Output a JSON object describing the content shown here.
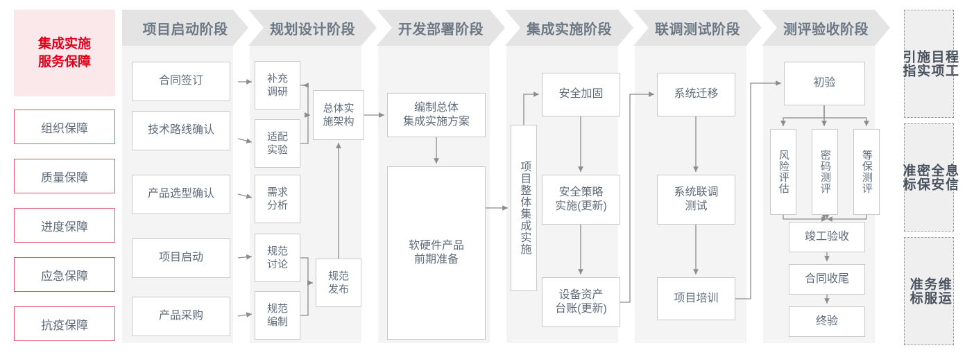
{
  "left_panel": {
    "header": "集成实施\n服务保障",
    "header_bg": "#fae8eb",
    "header_color": "#e2001a",
    "items": [
      {
        "label": "组织保障"
      },
      {
        "label": "质量保障"
      },
      {
        "label": "进度保障"
      },
      {
        "label": "应急保障"
      },
      {
        "label": "抗疫保障"
      }
    ]
  },
  "phases": [
    {
      "title": "项目启动阶段"
    },
    {
      "title": "规划设计阶段"
    },
    {
      "title": "开发部署阶段"
    },
    {
      "title": "集成实施阶段"
    },
    {
      "title": "联调测试阶段"
    },
    {
      "title": "测评验收阶段"
    }
  ],
  "nodes": {
    "p1_contract": "合同签订",
    "p1_tech_route": "技术路线确认",
    "p1_product_sel": "产品选型确认",
    "p1_kickoff": "项目启动",
    "p1_procure": "产品采购",
    "p2_survey": "补充\n调研",
    "p2_adapt": "适配\n实验",
    "p2_demand": "需求\n分析",
    "p2_spec_disc": "规范\n讨论",
    "p2_spec_draft": "规范\n编制",
    "p2_arch": "总体实\n施架构",
    "p2_spec_pub": "规范\n发布",
    "p3_plan": "编制总体\n集成实施方案",
    "p3_prepare": "软硬件产品\n前期准备",
    "p4_overall": "项目整体集成实施",
    "p4_harden": "安全加固",
    "p4_policy": "安全策略\n实施(更新)",
    "p4_asset": "设备资产\n台账(更新)",
    "p5_migrate": "系统迁移",
    "p5_joint_test": "系统联调\n测试",
    "p5_training": "项目培训",
    "p6_initial": "初验",
    "p6_risk": "风险评估",
    "p6_crypto": "密码测评",
    "p6_grade": "等保测评",
    "p6_completion": "竣工验收",
    "p6_closeout": "合同收尾",
    "p6_final": "终验"
  },
  "standards_sidebar": [
    {
      "label": "程工\n目项\n施实\n引指"
    },
    {
      "label": "息信\n全安\n密保\n准标"
    },
    {
      "label": "维运\n务服\n准标"
    }
  ],
  "colors": {
    "node_border": "#c9c9c9",
    "node_text": "#5f6b7a",
    "phase_header_bg": "#e4e4e4",
    "phase_header_text": "#6d7885",
    "column_bg": "#f4f4f4",
    "accent_red": "#e2001a",
    "left_item_border": "#e0556b",
    "edge": "#8c8c8c"
  }
}
